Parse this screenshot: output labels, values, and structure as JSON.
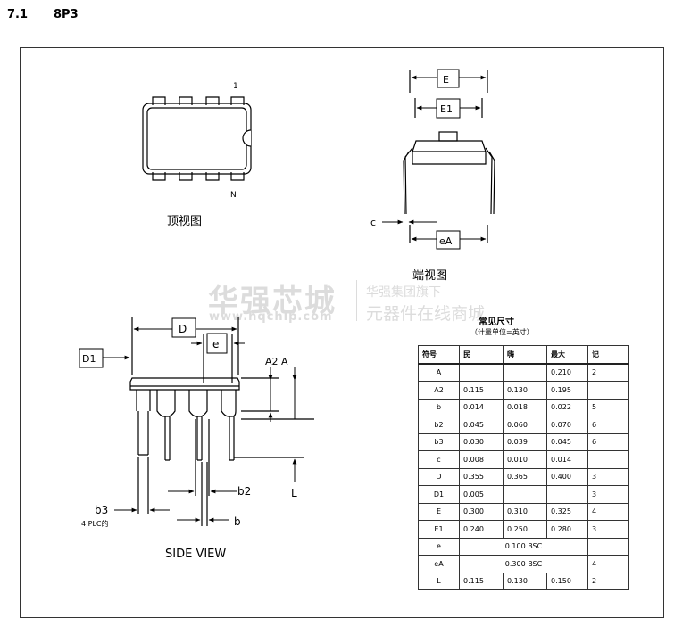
{
  "section": {
    "number": "7.1",
    "name": "8P3"
  },
  "top_view": {
    "caption": "顶视图",
    "pin_first": "1",
    "pin_last": "N"
  },
  "end_view": {
    "caption": "端视图",
    "label_E": "E",
    "label_E1": "E1",
    "label_c": "c",
    "label_eA": "eA"
  },
  "side_view": {
    "caption": "SIDE VIEW",
    "label_D": "D",
    "label_D1": "D1",
    "label_e": "e",
    "label_A2A": "A2 A",
    "label_L": "L",
    "label_b2": "b2",
    "label_b3": "b3",
    "label_b": "b",
    "note": "4 PLC的"
  },
  "watermark": {
    "brand": "华强芯城",
    "url": "www.hqchip.com",
    "tag1": "华强集团旗下",
    "tag2": "元器件在线商城"
  },
  "table": {
    "title": "常见尺寸",
    "subtitle": "（计量单位=英寸）",
    "headers": [
      "符号",
      "民",
      "嗨",
      "最大",
      "记"
    ],
    "rows": [
      {
        "sym": "A",
        "min": "",
        "nom": "",
        "max": "0.210",
        "note": "2"
      },
      {
        "sym": "A2",
        "min": "0.115",
        "nom": "0.130",
        "max": "0.195",
        "note": ""
      },
      {
        "sym": "b",
        "min": "0.014",
        "nom": "0.018",
        "max": "0.022",
        "note": "5"
      },
      {
        "sym": "b2",
        "min": "0.045",
        "nom": "0.060",
        "max": "0.070",
        "note": "6"
      },
      {
        "sym": "b3",
        "min": "0.030",
        "nom": "0.039",
        "max": "0.045",
        "note": "6"
      },
      {
        "sym": "c",
        "min": "0.008",
        "nom": "0.010",
        "max": "0.014",
        "note": ""
      },
      {
        "sym": "D",
        "min": "0.355",
        "nom": "0.365",
        "max": "0.400",
        "note": "3"
      },
      {
        "sym": "D1",
        "min": "0.005",
        "nom": "",
        "max": "",
        "note": "3"
      },
      {
        "sym": "E",
        "min": "0.300",
        "nom": "0.310",
        "max": "0.325",
        "note": "4"
      },
      {
        "sym": "E1",
        "min": "0.240",
        "nom": "0.250",
        "max": "0.280",
        "note": "3"
      },
      {
        "sym": "e",
        "span": "0.100 BSC",
        "note": ""
      },
      {
        "sym": "eA",
        "span": "0.300 BSC",
        "note": "4"
      },
      {
        "sym": "L",
        "min": "0.115",
        "nom": "0.130",
        "max": "0.150",
        "note": "2"
      }
    ]
  }
}
